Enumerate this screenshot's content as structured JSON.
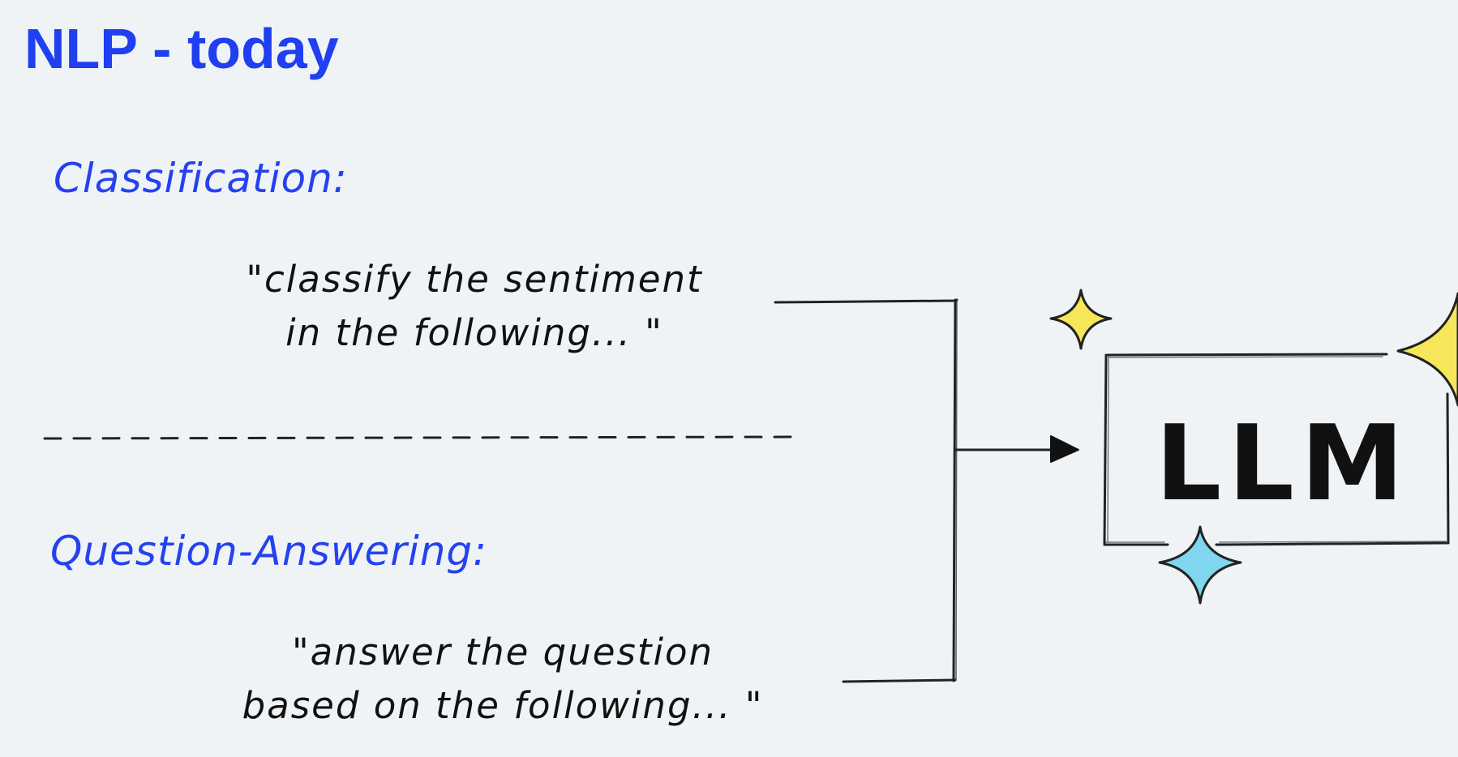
{
  "slide": {
    "title": "NLP - today"
  },
  "sections": {
    "classification": {
      "label": "Classification:",
      "prompt_line1": "\"classify the sentiment",
      "prompt_line2": "in the following... \""
    },
    "question_answering": {
      "label": "Question-Answering:",
      "prompt_line1": "\"answer the question",
      "prompt_line2": "based on the following... \""
    }
  },
  "model": {
    "label": "LLM"
  },
  "colors": {
    "title": "#1f3ff0",
    "section_label": "#2442f0",
    "ink": "#111111",
    "background": "#f0f3f6",
    "sparkle_yellow": "#f5e65a",
    "sparkle_blue": "#7fd6ee"
  },
  "icons": [
    "sparkle-icon",
    "arrowhead-icon"
  ]
}
